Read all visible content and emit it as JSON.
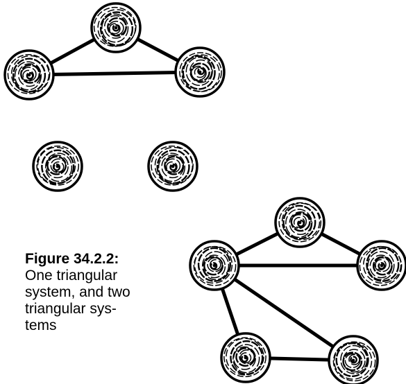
{
  "caption": {
    "title": "Figure 34.2.2:",
    "lines": [
      "One triangular",
      "system, and two",
      "triangular sys-",
      "tems"
    ]
  },
  "diagram": {
    "colors": {
      "ink": "#000000",
      "paper": "#ffffff"
    },
    "groups": [
      {
        "name": "one-triangular-system",
        "nodes": [
          "a",
          "b",
          "c"
        ],
        "edges": [
          [
            "a",
            "b"
          ],
          [
            "b",
            "c"
          ],
          [
            "a",
            "c"
          ]
        ]
      },
      {
        "name": "isolated-pair",
        "nodes": [
          "d",
          "e"
        ],
        "edges": []
      },
      {
        "name": "two-triangular-systems",
        "nodes": [
          "f",
          "g",
          "h",
          "i",
          "j"
        ],
        "edges": [
          [
            "f",
            "g"
          ],
          [
            "g",
            "h"
          ],
          [
            "f",
            "h"
          ],
          [
            "f",
            "i"
          ],
          [
            "f",
            "j"
          ],
          [
            "i",
            "j"
          ]
        ]
      }
    ]
  }
}
